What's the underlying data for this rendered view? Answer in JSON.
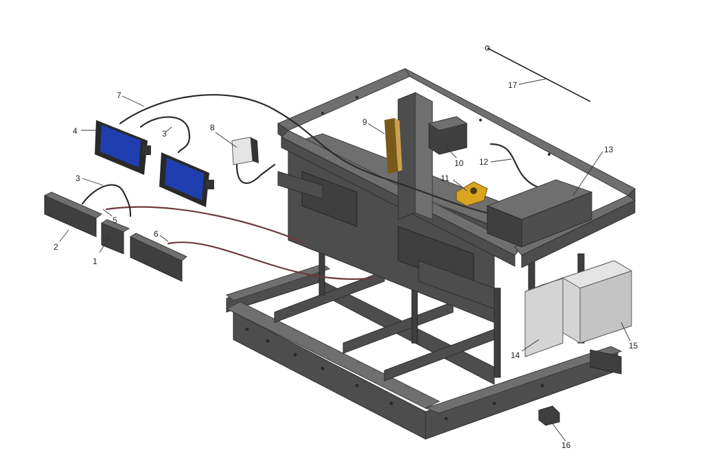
{
  "callouts": [
    {
      "id": "c1",
      "label": "1"
    },
    {
      "id": "c2",
      "label": "2"
    },
    {
      "id": "c3a",
      "label": "3"
    },
    {
      "id": "c3b",
      "label": "3"
    },
    {
      "id": "c4",
      "label": "4"
    },
    {
      "id": "c5",
      "label": "5"
    },
    {
      "id": "c6",
      "label": "6"
    },
    {
      "id": "c7",
      "label": "7"
    },
    {
      "id": "c8",
      "label": "8"
    },
    {
      "id": "c9",
      "label": "9"
    },
    {
      "id": "c10",
      "label": "10"
    },
    {
      "id": "c11",
      "label": "11"
    },
    {
      "id": "c12",
      "label": "12"
    },
    {
      "id": "c13",
      "label": "13"
    },
    {
      "id": "c14",
      "label": "14"
    },
    {
      "id": "c15",
      "label": "15"
    },
    {
      "id": "c16",
      "label": "16"
    },
    {
      "id": "c17",
      "label": "17"
    }
  ],
  "colors": {
    "lamp_lens": "#1f3fb0",
    "connector_gold": "#d9a520",
    "frame": "#4d4d4d"
  }
}
